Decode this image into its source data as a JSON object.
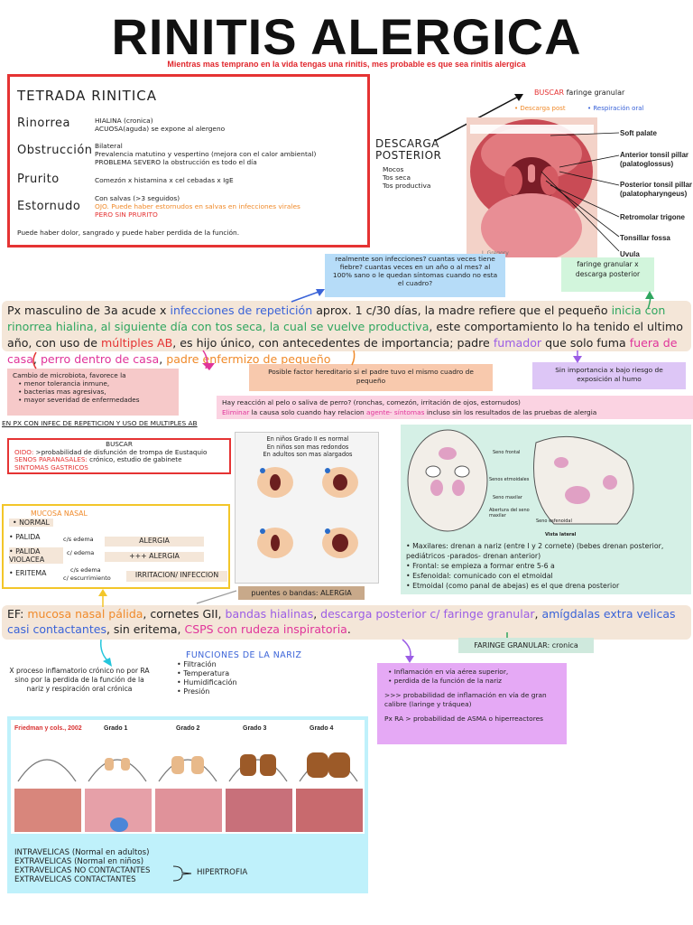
{
  "title": "RINITIS ALERGICA",
  "subtitle": "Mientras mas temprano en la vida tengas una rinitis, mes probable es que sea rinitis alergica",
  "tetrada": {
    "heading": "TETRADA RINITICA",
    "rows": [
      {
        "label": "Rinorrea",
        "lines": [
          "HIALINA (cronica)",
          "ACUOSA(aguda) se expone al alergeno"
        ]
      },
      {
        "label": "Obstrucción",
        "lines": [
          "Bilateral",
          "Prevalencia matutino y vespertino (mejora con el calor ambiental)",
          "PROBLEMA SEVERO la obstrucción es todo el día"
        ]
      },
      {
        "label": "Prurito",
        "lines": [
          "Comezón x histamina x cel cebadas x IgE"
        ]
      },
      {
        "label": "Estornudo",
        "lines": [
          "Con salvas (>3 seguidos)"
        ],
        "orange": "OJO. Puede haber estornudos en salvas en infecciones virales",
        "red": "PERO SIN PRURITO"
      }
    ],
    "footer": "Puede haber dolor, sangrado y puede haber perdida de la función."
  },
  "descarga": {
    "title": "DESCARGA POSTERIOR",
    "items": [
      "Mocos",
      "Tos seca",
      "Tos productiva"
    ],
    "buscar": "BUSCAR",
    "buscar_rest": "faringe granular",
    "post": "• Descarga post",
    "resp": "• Respiración oral"
  },
  "throat_labels": [
    "Soft palate",
    "Anterior tonsil pillar (palatoglossus)",
    "Posterior tonsil pillar (palatopharyngeus)",
    "Retromolar trigone",
    "Tonsillar fossa",
    "Uvula"
  ],
  "img_credit": "J. Gregory",
  "questions": "realmente son infecciones? cuantas veces tiene fiebre? cuantas veces en un año o al mes? al 100% sano o le quedan síntomas cuando no esta el cuadro?",
  "faringe_box": "faringe granular x descarga posterior",
  "case": {
    "a": "Px masculino de 3a acude x ",
    "b": "infecciones de repetición",
    "c": " aprox. 1 c/30 días, la madre refiere que el pequeño ",
    "d": "inicia con rinorrea hialina, al siguiente día con tos seca, la cual se vuelve productiva",
    "e": ", este comportamiento lo ha tenido el ultimo año, con uso de ",
    "f": "múltiples AB",
    "g": ", es hijo único, con antecedentes de importancia; padre ",
    "h": "fumador",
    "i": " que solo fuma ",
    "j": "fuera de casa",
    "k": ", ",
    "l": "perro dentro de casa",
    "m": ", ",
    "n": "padre enfermizo de pequeño"
  },
  "microbiota": {
    "title": "Cambio de microbiota, favorece la",
    "items": [
      "menor tolerancia inmune,",
      "bacterias mas agresivas,",
      "mayor severidad de enfermedades"
    ]
  },
  "hereditario": "Posible factor hereditario si el padre tuvo el mismo cuadro de pequeño",
  "importancia": "Sin importancia x bajo riesgo de exposición al humo",
  "reaccion": {
    "line1": "Hay reacción al pelo o saliva de perro? (ronchas, comezón, irritación de ojos, estornudos)",
    "eliminar": "Eliminar",
    "mid": " la causa solo cuando hay relacion ",
    "agente": "agente- síntomas",
    "end": " incluso sin los resultados de las pruebas de alergia"
  },
  "en_px": "EN PX CON INFEC DE REPETICION Y USO DE MULTIPLES AB",
  "buscar2": {
    "title": "BUSCAR",
    "oido": "OIDO:",
    "oido_rest": " >probabilidad de disfunción de trompa de Eustaquio",
    "senos": "SENOS PARANASALES:",
    "senos_rest": " crónico, estudio de gabinete",
    "sint": "SINTOMAS GASTRICOS"
  },
  "mucosa": {
    "title": "MUCOSA NASAL",
    "normal": "NORMAL",
    "palida": "PALIDA",
    "edema1": "c/s edema",
    "alergia1": "ALERGIA",
    "palida_v": "PALIDA VIOLACEA",
    "edema2": "c/ edema",
    "alergia2": "+++ ALERGIA",
    "eritema": "ERITEMA",
    "edema3a": "c/s edema",
    "edema3b": "c/ escurrimiento",
    "irritacion": "IRRITACION/ INFECCION"
  },
  "ninos": {
    "lines": [
      "En niños Grado II es normal",
      "En niños son mas redondos",
      "En adultos son mas alargados"
    ]
  },
  "puentes": "puentes o bandas: ALERGIA",
  "senos_list": [
    "Maxilares: drenan a nariz (entre I y 2 cornete) (bebes drenan posterior, pediátricos -parados- drenan anterior)",
    "Frontal: se empieza a formar entre 5-6 a",
    "Esfenoidal: comunicado con el etmoidal",
    "Etmoidal (como panal de abejas) es el que drena posterior"
  ],
  "skull_labels": [
    "Seno frontal",
    "Senos etmoidales",
    "Seno maxilar",
    "Abertura del seno maxilar",
    "Seno esfenoidal",
    "Vista lateral"
  ],
  "ef": {
    "a": "EF: ",
    "b": "mucosa nasal pálida",
    "c": ", cornetes GII, ",
    "d": "bandas hialinas",
    "e": ", ",
    "f": "descarga posterior c/ faringe granular",
    "g": ", ",
    "h": "amígdalas extra velicas casi contactantes",
    "i": ", sin eritema, ",
    "j": "CSPS con rudeza inspiratoria",
    "k": "."
  },
  "faringe_cronica": "FARINGE GRANULAR: cronica",
  "x_proceso": "X proceso inflamatorio crónico no por RA sino por la perdida de la función de la nariz y respiración oral crónica",
  "funciones": {
    "title": "FUNCIONES DE LA NARIZ",
    "items": [
      "Filtración",
      "Temperatura",
      "Humidificación",
      "Presión"
    ]
  },
  "inflamacion": {
    "items": [
      "Inflamación en vía aérea superior,",
      "perdida de la función de la nariz"
    ],
    "p1": ">>> probabilidad de inflamación en vía de gran calibre (laringe y tráquea)",
    "p2": "Px RA > probabilidad de ASMA o hiperreactores"
  },
  "friedman": {
    "credit": "Friedman y cols., 2002",
    "grades": [
      "Grado 1",
      "Grado 2",
      "Grado 3",
      "Grado 4"
    ]
  },
  "intravelicas": [
    "INTRAVELICAS (Normal en adultos)",
    "EXTRAVELICAS (Normal en niños)",
    "EXTRAVELICAS NO CONTACTANTES",
    "EXTRAVELICAS CONTACTANTES"
  ],
  "hipertrofia": "HIPERTROFIA",
  "colors": {
    "red": "#e53333",
    "orange": "#f08a2a",
    "green": "#2fa65f",
    "blue": "#3a63d8",
    "purple": "#9b5de5",
    "pink": "#e0349a",
    "beige": "#f4e6d8",
    "cyan": "#bff1fb"
  }
}
